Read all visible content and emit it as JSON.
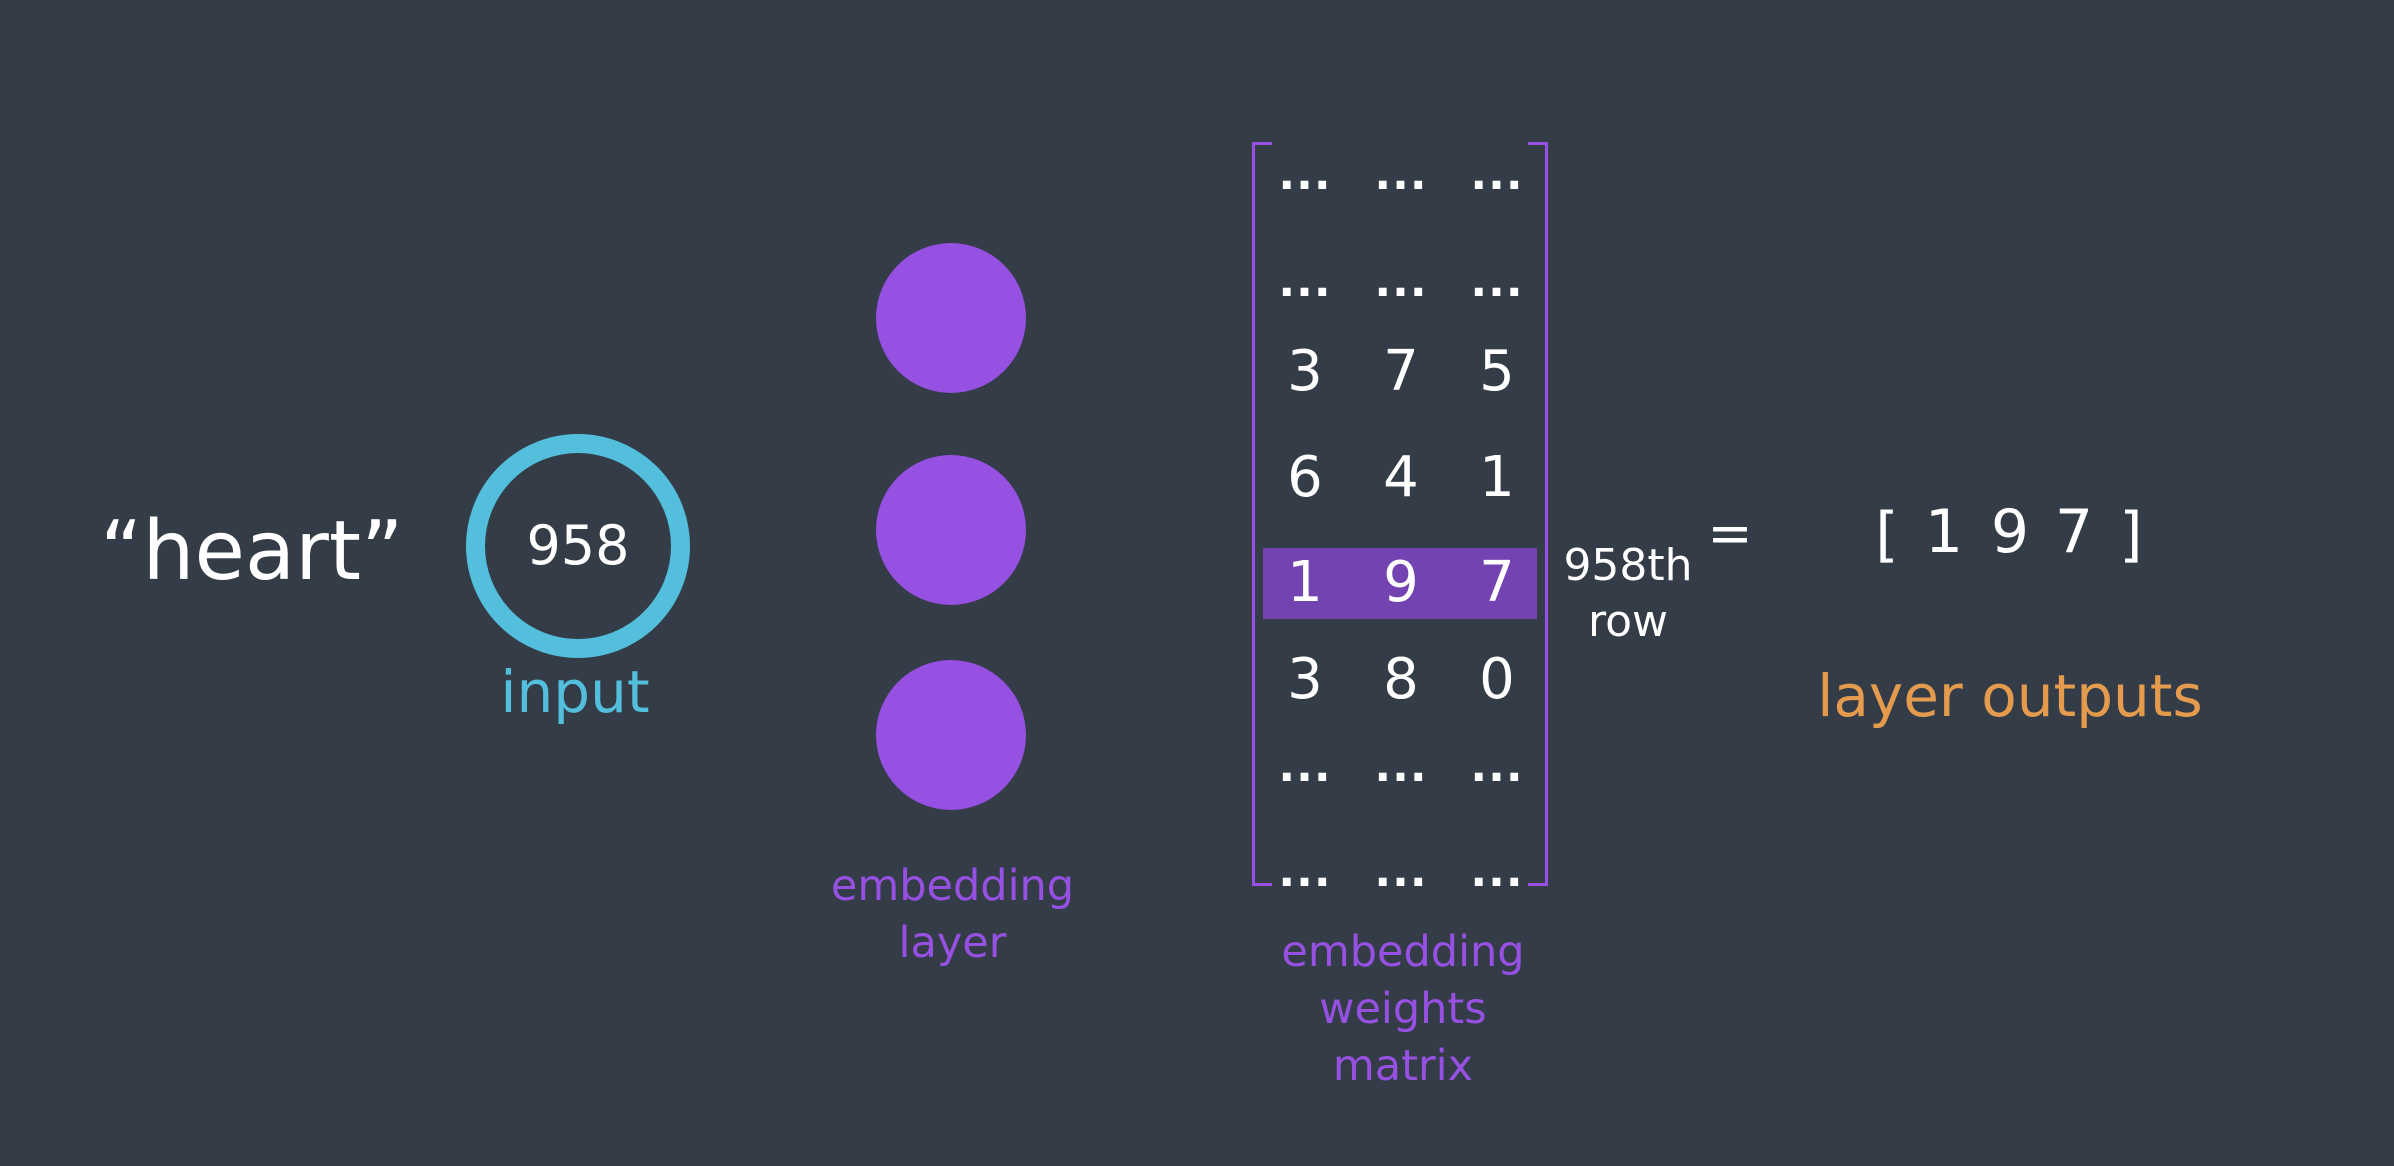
{
  "word": "“heart”",
  "input": {
    "value": "958",
    "label": "input"
  },
  "embedding_layer": {
    "label_line1": "embedding",
    "label_line2": "layer"
  },
  "matrix": {
    "rows": [
      [
        "...",
        "...",
        "..."
      ],
      [
        "...",
        "...",
        "..."
      ],
      [
        "3",
        "7",
        "5"
      ],
      [
        "6",
        "4",
        "1"
      ],
      [
        "1",
        "9",
        "7"
      ],
      [
        "3",
        "8",
        "0"
      ],
      [
        "...",
        "...",
        "..."
      ],
      [
        "...",
        "...",
        "..."
      ]
    ],
    "highlighted_row": 4,
    "row_label_line1": "958th",
    "row_label_line2": "row",
    "label_line1": "embedding",
    "label_line2": "weights",
    "label_line3": "matrix"
  },
  "equals": "=",
  "output": {
    "open_bracket": "[",
    "values": [
      "1",
      "9",
      "7"
    ],
    "close_bracket": "]",
    "label": "layer outputs"
  },
  "colors": {
    "background": "#333c47",
    "input_accent": "#53bfdc",
    "embedding_purple": "#9650e2",
    "highlight_row": "#7443b2",
    "output_accent": "#e59b4e"
  }
}
